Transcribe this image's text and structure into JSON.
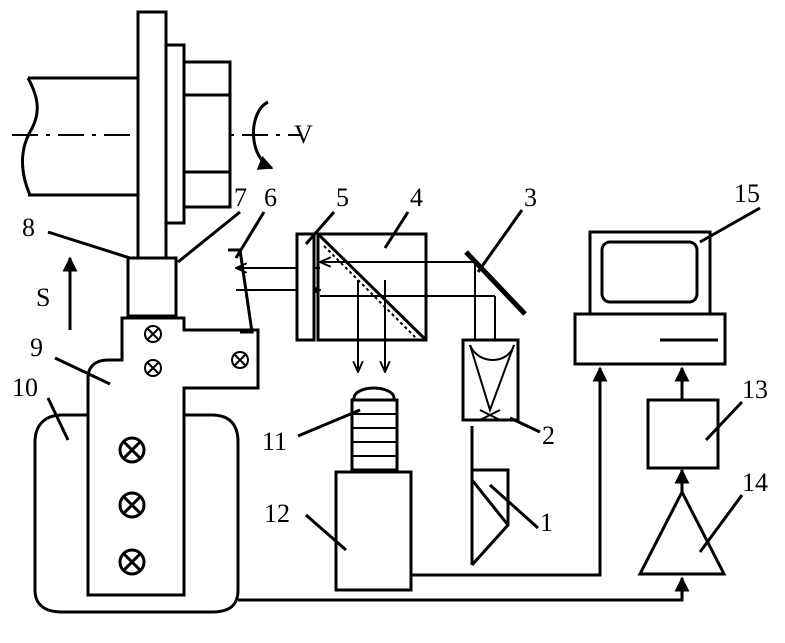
{
  "labels": {
    "l1": "1",
    "l2": "2",
    "l3": "3",
    "l4": "4",
    "l5": "5",
    "l6": "6",
    "l7": "7",
    "l8": "8",
    "l9": "9",
    "l10": "10",
    "l11": "11",
    "l12": "12",
    "l13": "13",
    "l14": "14",
    "l15": "15",
    "s": "S",
    "v": "V"
  }
}
